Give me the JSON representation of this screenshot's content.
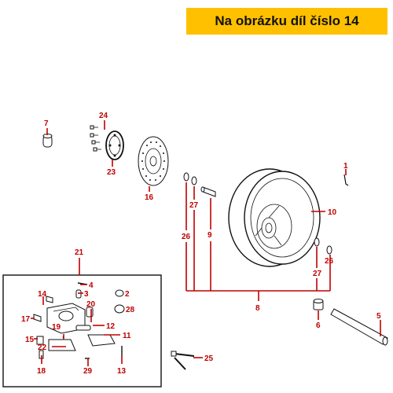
{
  "banner": {
    "text": "Na obrázku díl číslo 14"
  },
  "labels": {
    "l1": "1",
    "l2": "2",
    "l3": "3",
    "l4": "4",
    "l5": "5",
    "l6": "6",
    "l7": "7",
    "l8": "8",
    "l9": "9",
    "l10": "10",
    "l11": "11",
    "l12": "12",
    "l13": "13",
    "l14": "14",
    "l15": "15",
    "l16": "16",
    "l17": "17",
    "l18": "18",
    "l19": "19",
    "l20": "20",
    "l21": "21",
    "l22": "22",
    "l23": "23",
    "l24": "24",
    "l25": "25",
    "l26a": "26",
    "l26b": "26",
    "l27a": "27",
    "l27b": "27",
    "l28": "28",
    "l29": "29"
  },
  "colors": {
    "banner_bg": "#ffc000",
    "label": "#c00000",
    "line": "#111111"
  }
}
